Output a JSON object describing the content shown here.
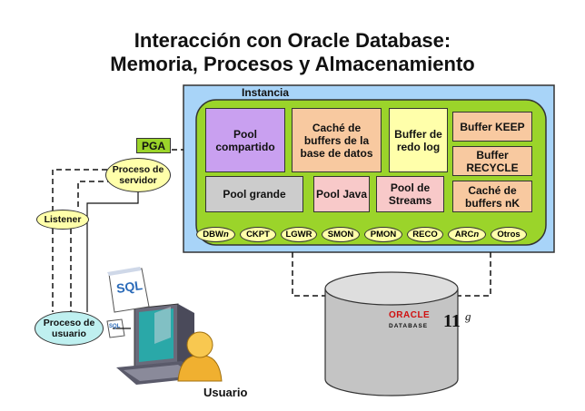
{
  "title": {
    "line1": "Interacción con Oracle Database:",
    "line2": "Memoria, Procesos y Almacenamiento"
  },
  "instance": {
    "label": "Instancia",
    "sga_boxes": [
      {
        "id": "shared-pool",
        "label": "Pool compartido",
        "color": "#c9a0f0"
      },
      {
        "id": "buffer-cache",
        "label": "Caché de buffers de la base de datos",
        "color": "#f8c9a0"
      },
      {
        "id": "redo-log-buffer",
        "label": "Buffer de redo log",
        "color": "#ffffaa"
      },
      {
        "id": "keep-buffer",
        "label": "Buffer KEEP",
        "color": "#f8c9a0"
      },
      {
        "id": "recycle-buffer",
        "label": "Buffer RECYCLE",
        "color": "#f8c9a0"
      },
      {
        "id": "large-pool",
        "label": "Pool grande",
        "color": "#cccccc"
      },
      {
        "id": "java-pool",
        "label": "Pool Java",
        "color": "#f8c9c9"
      },
      {
        "id": "streams-pool",
        "label": "Pool de Streams",
        "color": "#f8c9c9"
      },
      {
        "id": "nk-cache",
        "label": "Caché de buffers nK",
        "color": "#f8c9a0"
      }
    ],
    "background_processes": [
      "DBWn",
      "CKPT",
      "LGWR",
      "SMON",
      "PMON",
      "RECO",
      "ARCn",
      "Otros"
    ]
  },
  "colors": {
    "instance_bg": "#a8d4f8",
    "sga_bg": "#9bd42a",
    "process_bg": "#ffffaa",
    "user_process_bg": "#bff0f0",
    "pga_bg": "#9bd42a"
  },
  "pga_label": "PGA",
  "server_process": "Proceso de servidor",
  "listener": "Listener",
  "user_process": "Proceso de usuario",
  "user_label": "Usuario",
  "sql_text": "SQL",
  "sql_small": "SQL",
  "oracle_logo": {
    "brand": "ORACLE",
    "product": "DATABASE",
    "version": "11",
    "suffix": "g"
  }
}
